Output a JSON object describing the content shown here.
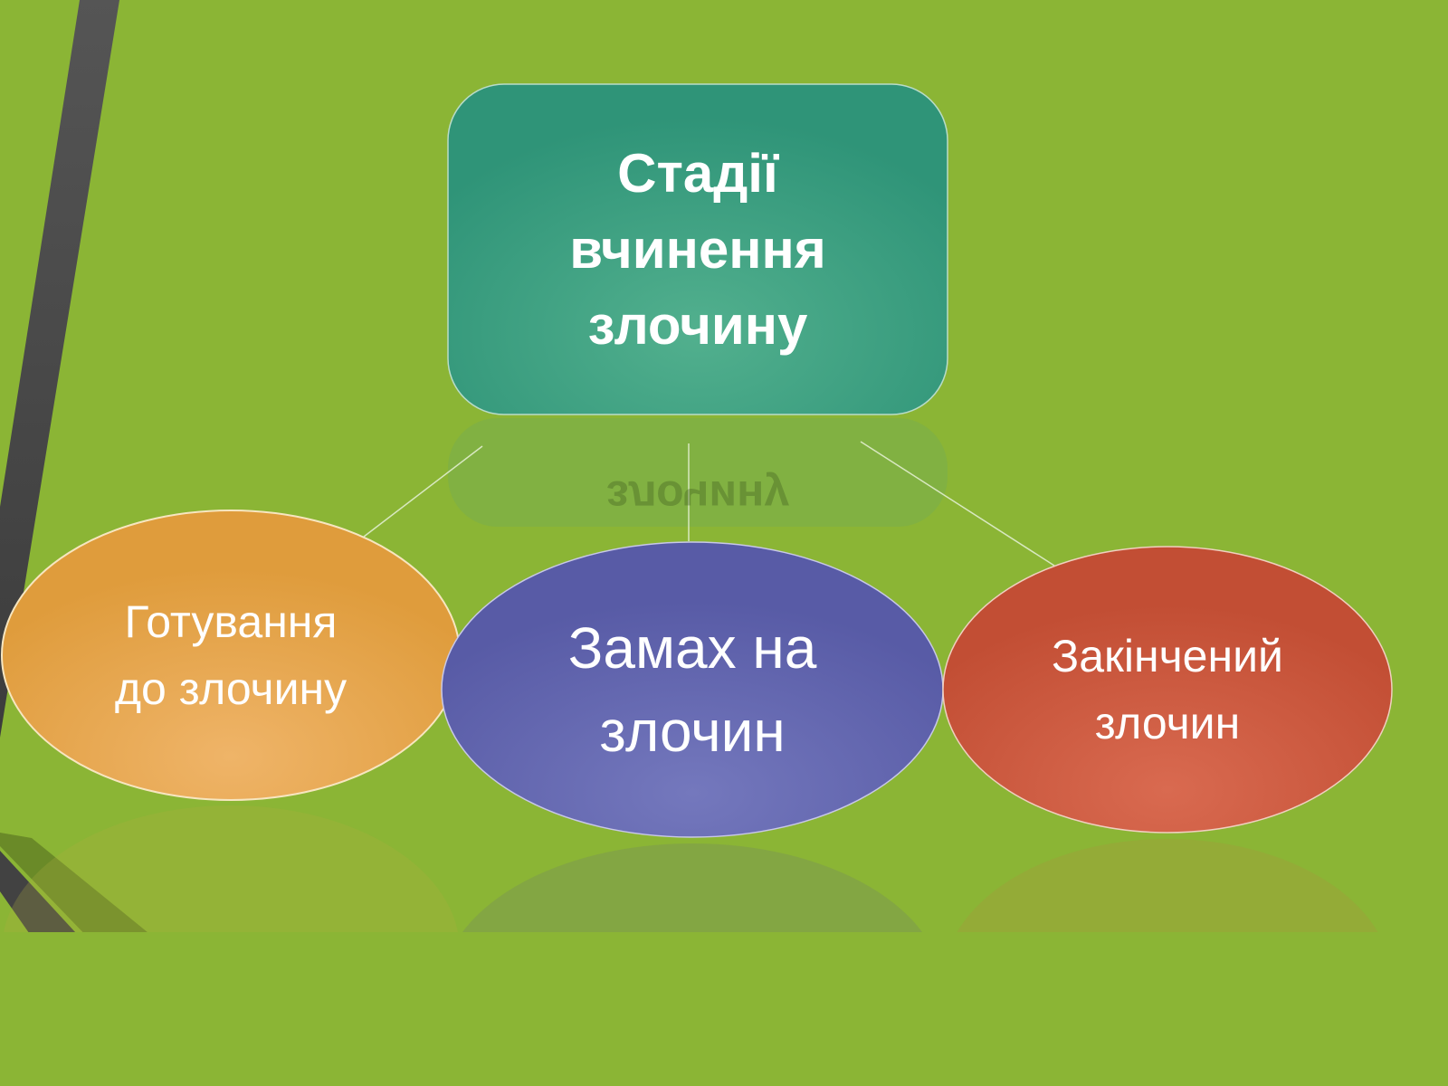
{
  "diagram": {
    "root": {
      "label": "Стадії вчинення злочину",
      "lines": [
        "Стадії",
        "вчинення",
        "злочину"
      ],
      "color": "#329779"
    },
    "children": [
      {
        "label": "Готування до злочину",
        "lines": [
          "Готування",
          "до злочину"
        ],
        "color": "#e3a145"
      },
      {
        "label": "Замах на злочин",
        "lines": [
          "Замах на",
          "злочин"
        ],
        "color": "#5f62aa"
      },
      {
        "label": "Закінчений злочин",
        "lines": [
          "Закінчений",
          "злочин"
        ],
        "color": "#c8553a"
      }
    ]
  },
  "colors": {
    "background": "#8bb535",
    "band_dark": "#4a4a4a",
    "band_olive": "#6a8a28"
  }
}
